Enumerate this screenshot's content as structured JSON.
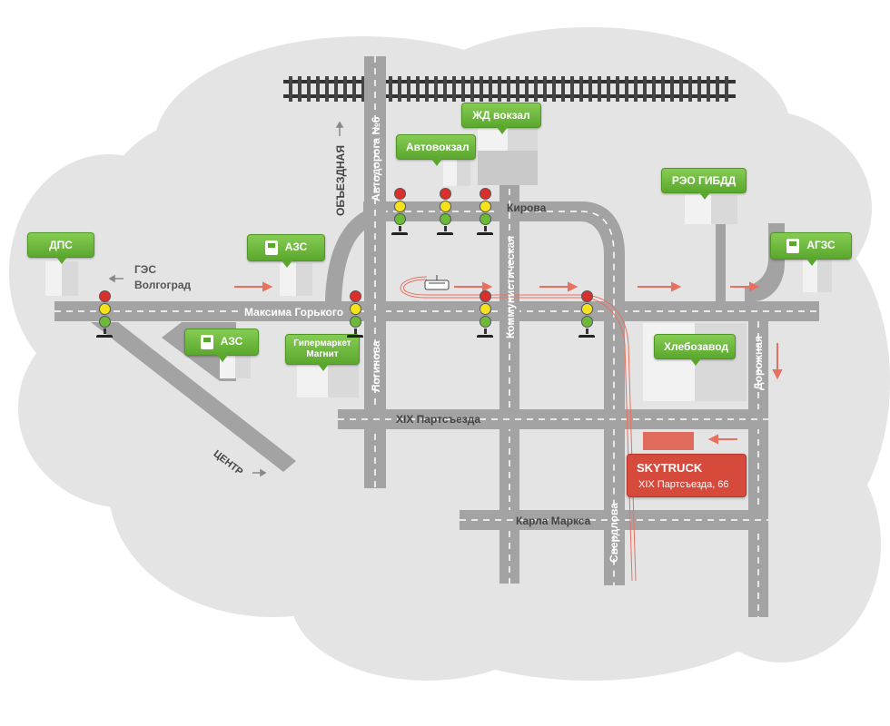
{
  "roads": {
    "maksima_gorkogo": "Максима Горького",
    "kirova": "Кирова",
    "obezdnaya": "ОБЪЕЗДНАЯ",
    "avtodoroga": "Автодорога №6",
    "loginova": "Логинова",
    "kommunisticheskaya": "Коммунистическая",
    "sverdlova": "Свердлова",
    "dorozhnaya": "Дорожная",
    "xix_partsezda": "XIX Партсъезда",
    "karla_marksa": "Карла Маркса",
    "centr": "ЦЕНТР"
  },
  "direction": {
    "ges_line1": "ГЭС",
    "ges_line2": "Волгоград"
  },
  "landmarks": {
    "dps": "ДПС",
    "azs1": "АЗС",
    "azs2": "АЗС",
    "agzs": "АГЗС",
    "magnit_line1": "Гипермаркет",
    "magnit_line2": "Магнит",
    "zhd_vokzal": "ЖД вокзал",
    "avtovokzal": "Автовокзал",
    "reo_gibdd": "РЭО ГИБДД",
    "khlebozavod": "Хлебозавод"
  },
  "destination": {
    "name": "SKYTRUCK",
    "address": "XIX Партсъезда, 66"
  },
  "colors": {
    "road": "#a3a3a3",
    "tag_green": "#5ba72e",
    "route_red": "#e8705f",
    "dest_red": "#d64a3c"
  }
}
